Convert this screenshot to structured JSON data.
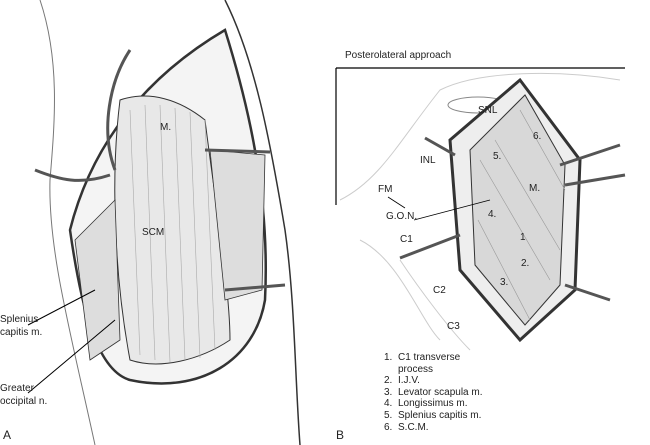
{
  "panel_a": {
    "letter": "A",
    "labels": {
      "m": "M.",
      "scm": "SCM",
      "splenius_line1": "Splenius",
      "splenius_line2": "capitis m.",
      "gon_line1": "Greater",
      "gon_line2": "occipital n."
    }
  },
  "panel_b": {
    "letter": "B",
    "title": "Posterolateral approach",
    "labels": {
      "snl": "SNL",
      "inl": "INL",
      "fm": "FM",
      "gon": "G.O.N.",
      "c1": "C1",
      "c2": "C2",
      "c3": "C3",
      "n1": "1",
      "n2": "2.",
      "n3": "3.",
      "n4": "4.",
      "n5": "5.",
      "n6": "6.",
      "m": "M."
    },
    "legend": [
      {
        "num": "1.",
        "text": "C1 transverse",
        "text2": "process"
      },
      {
        "num": "2.",
        "text": "I.J.V."
      },
      {
        "num": "3.",
        "text": "Levator scapula m."
      },
      {
        "num": "4.",
        "text": "Longissimus m."
      },
      {
        "num": "5.",
        "text": "Splenius capitis m."
      },
      {
        "num": "6.",
        "text": "S.C.M."
      }
    ]
  }
}
